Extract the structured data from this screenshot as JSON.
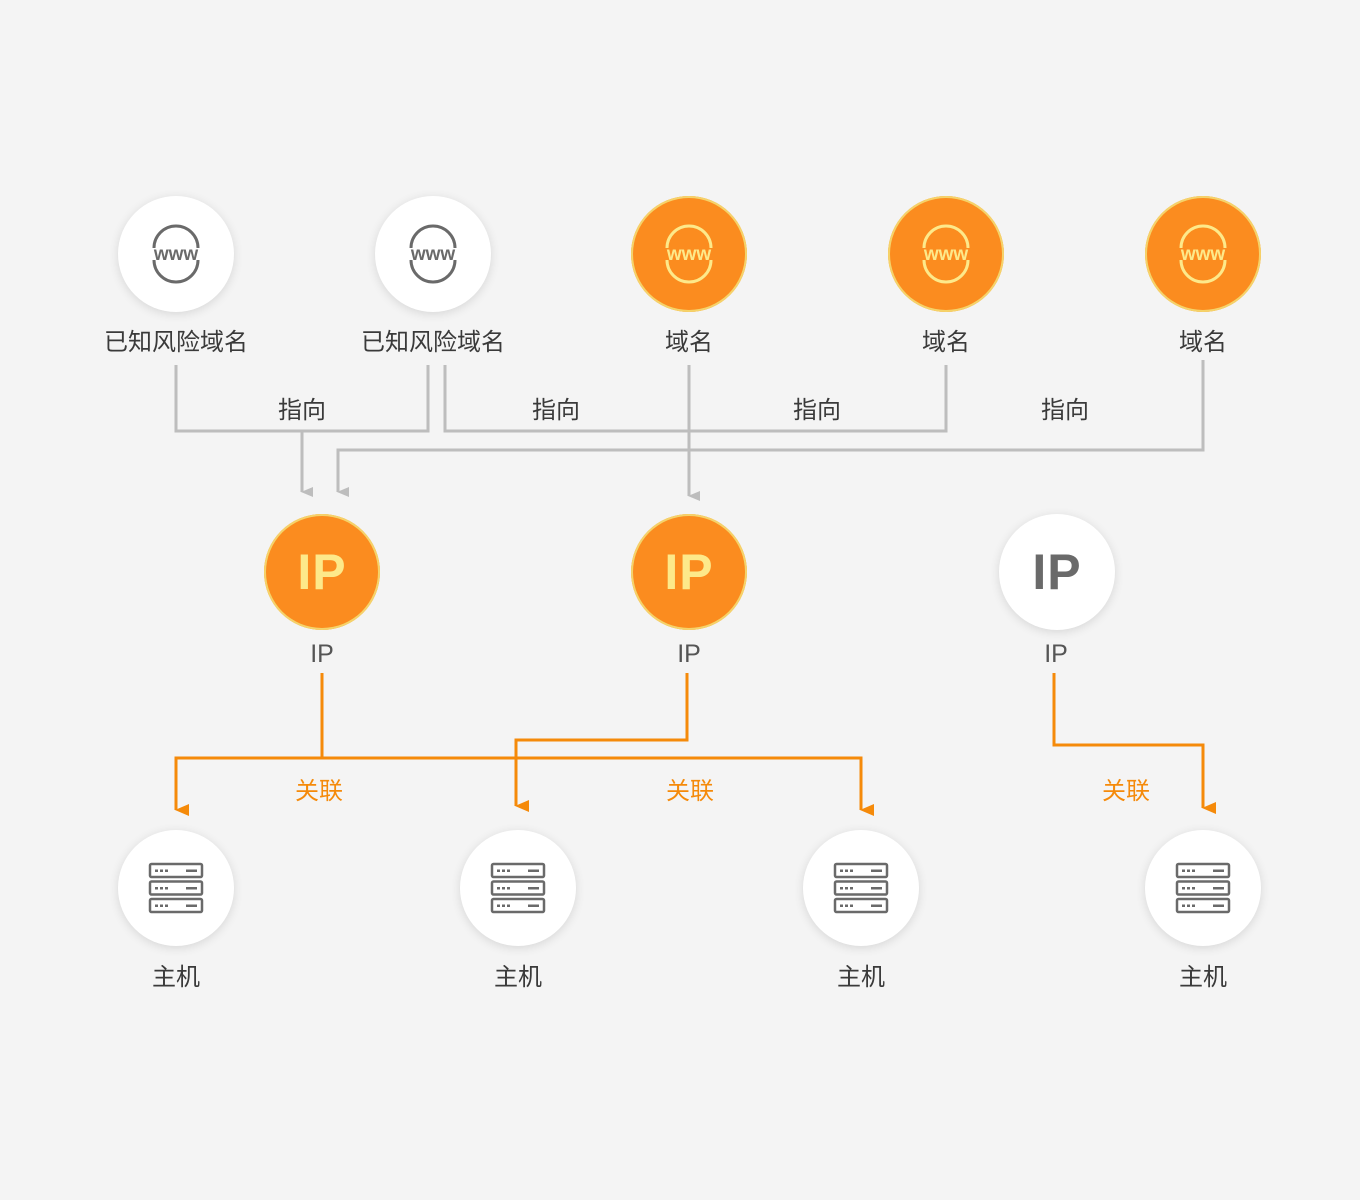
{
  "colors": {
    "accent": "#fb8c1f",
    "accent_text": "#fde98a",
    "gray_line": "#bdbdbd",
    "orange_line": "#f58a0a",
    "icon_gray": "#6a6a6a"
  },
  "domains": [
    {
      "label": "已知风险域名",
      "style": "white",
      "icon": "www-icon"
    },
    {
      "label": "已知风险域名",
      "style": "white",
      "icon": "www-icon"
    },
    {
      "label": "域名",
      "style": "orange",
      "icon": "www-icon"
    },
    {
      "label": "域名",
      "style": "orange",
      "icon": "www-icon"
    },
    {
      "label": "域名",
      "style": "orange",
      "icon": "www-icon"
    }
  ],
  "ips": [
    {
      "badge": "IP",
      "label": "IP",
      "style": "orange"
    },
    {
      "badge": "IP",
      "label": "IP",
      "style": "orange"
    },
    {
      "badge": "IP",
      "label": "IP",
      "style": "white"
    }
  ],
  "hosts": [
    {
      "label": "主机",
      "icon": "server-icon"
    },
    {
      "label": "主机",
      "icon": "server-icon"
    },
    {
      "label": "主机",
      "icon": "server-icon"
    },
    {
      "label": "主机",
      "icon": "server-icon"
    }
  ],
  "edge_labels": {
    "points_to": [
      "指向",
      "指向",
      "指向",
      "指向"
    ],
    "associated": [
      "关联",
      "关联",
      "关联"
    ]
  }
}
